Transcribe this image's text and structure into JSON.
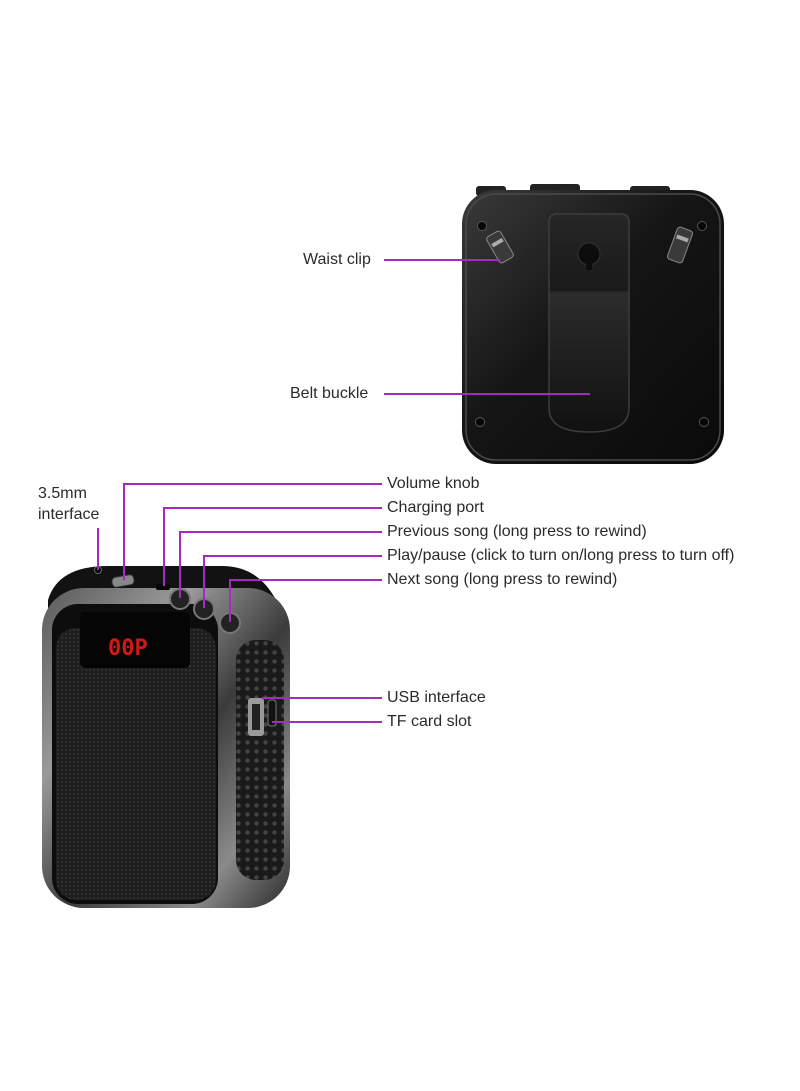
{
  "colors": {
    "callout_line": "#a32bc0",
    "device_body": "#1a1a1a",
    "display_digits": "#d01818"
  },
  "labels": {
    "waist_clip": "Waist clip",
    "belt_buckle": "Belt buckle",
    "jack_line1": "3.5mm",
    "jack_line2": "interface",
    "volume_knob": "Volume knob",
    "charging_port": "Charging port",
    "previous_song": "Previous song (long press to rewind)",
    "play_pause": "Play/pause (click to turn on/long press to turn off)",
    "next_song": "Next song (long press to rewind)",
    "usb_interface": "USB interface",
    "tf_card_slot": "TF card slot"
  },
  "display": {
    "digits": "00P"
  },
  "icons": {
    "keyhole": "keyhole-icon",
    "screws": "screw-icon"
  }
}
